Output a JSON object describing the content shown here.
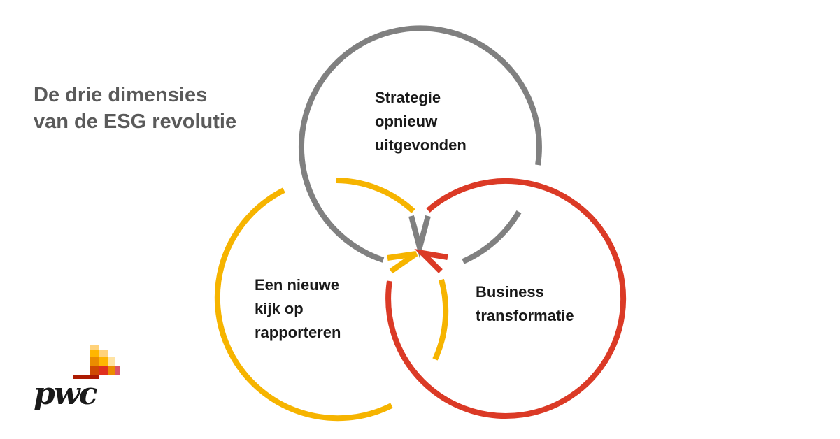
{
  "headline": {
    "line1": "De drie dimensies",
    "line2": "van de ESG revolutie"
  },
  "dimensions": [
    {
      "id": "strategy",
      "lines": [
        "Strategie",
        "opnieuw",
        "uitgevonden"
      ],
      "color": "#808080"
    },
    {
      "id": "reporting",
      "lines": [
        "Een nieuwe",
        "kijk op",
        "rapporteren"
      ],
      "color": "#F6B400"
    },
    {
      "id": "business",
      "lines": [
        "Business",
        "transformatie"
      ],
      "color": "#DB3A26"
    }
  ],
  "brand": {
    "wordmark": "pwc",
    "colors": [
      "#FFB600",
      "#EB8C00",
      "#D04A02",
      "#AD1B02",
      "#E0301E",
      "#DB536A"
    ]
  }
}
